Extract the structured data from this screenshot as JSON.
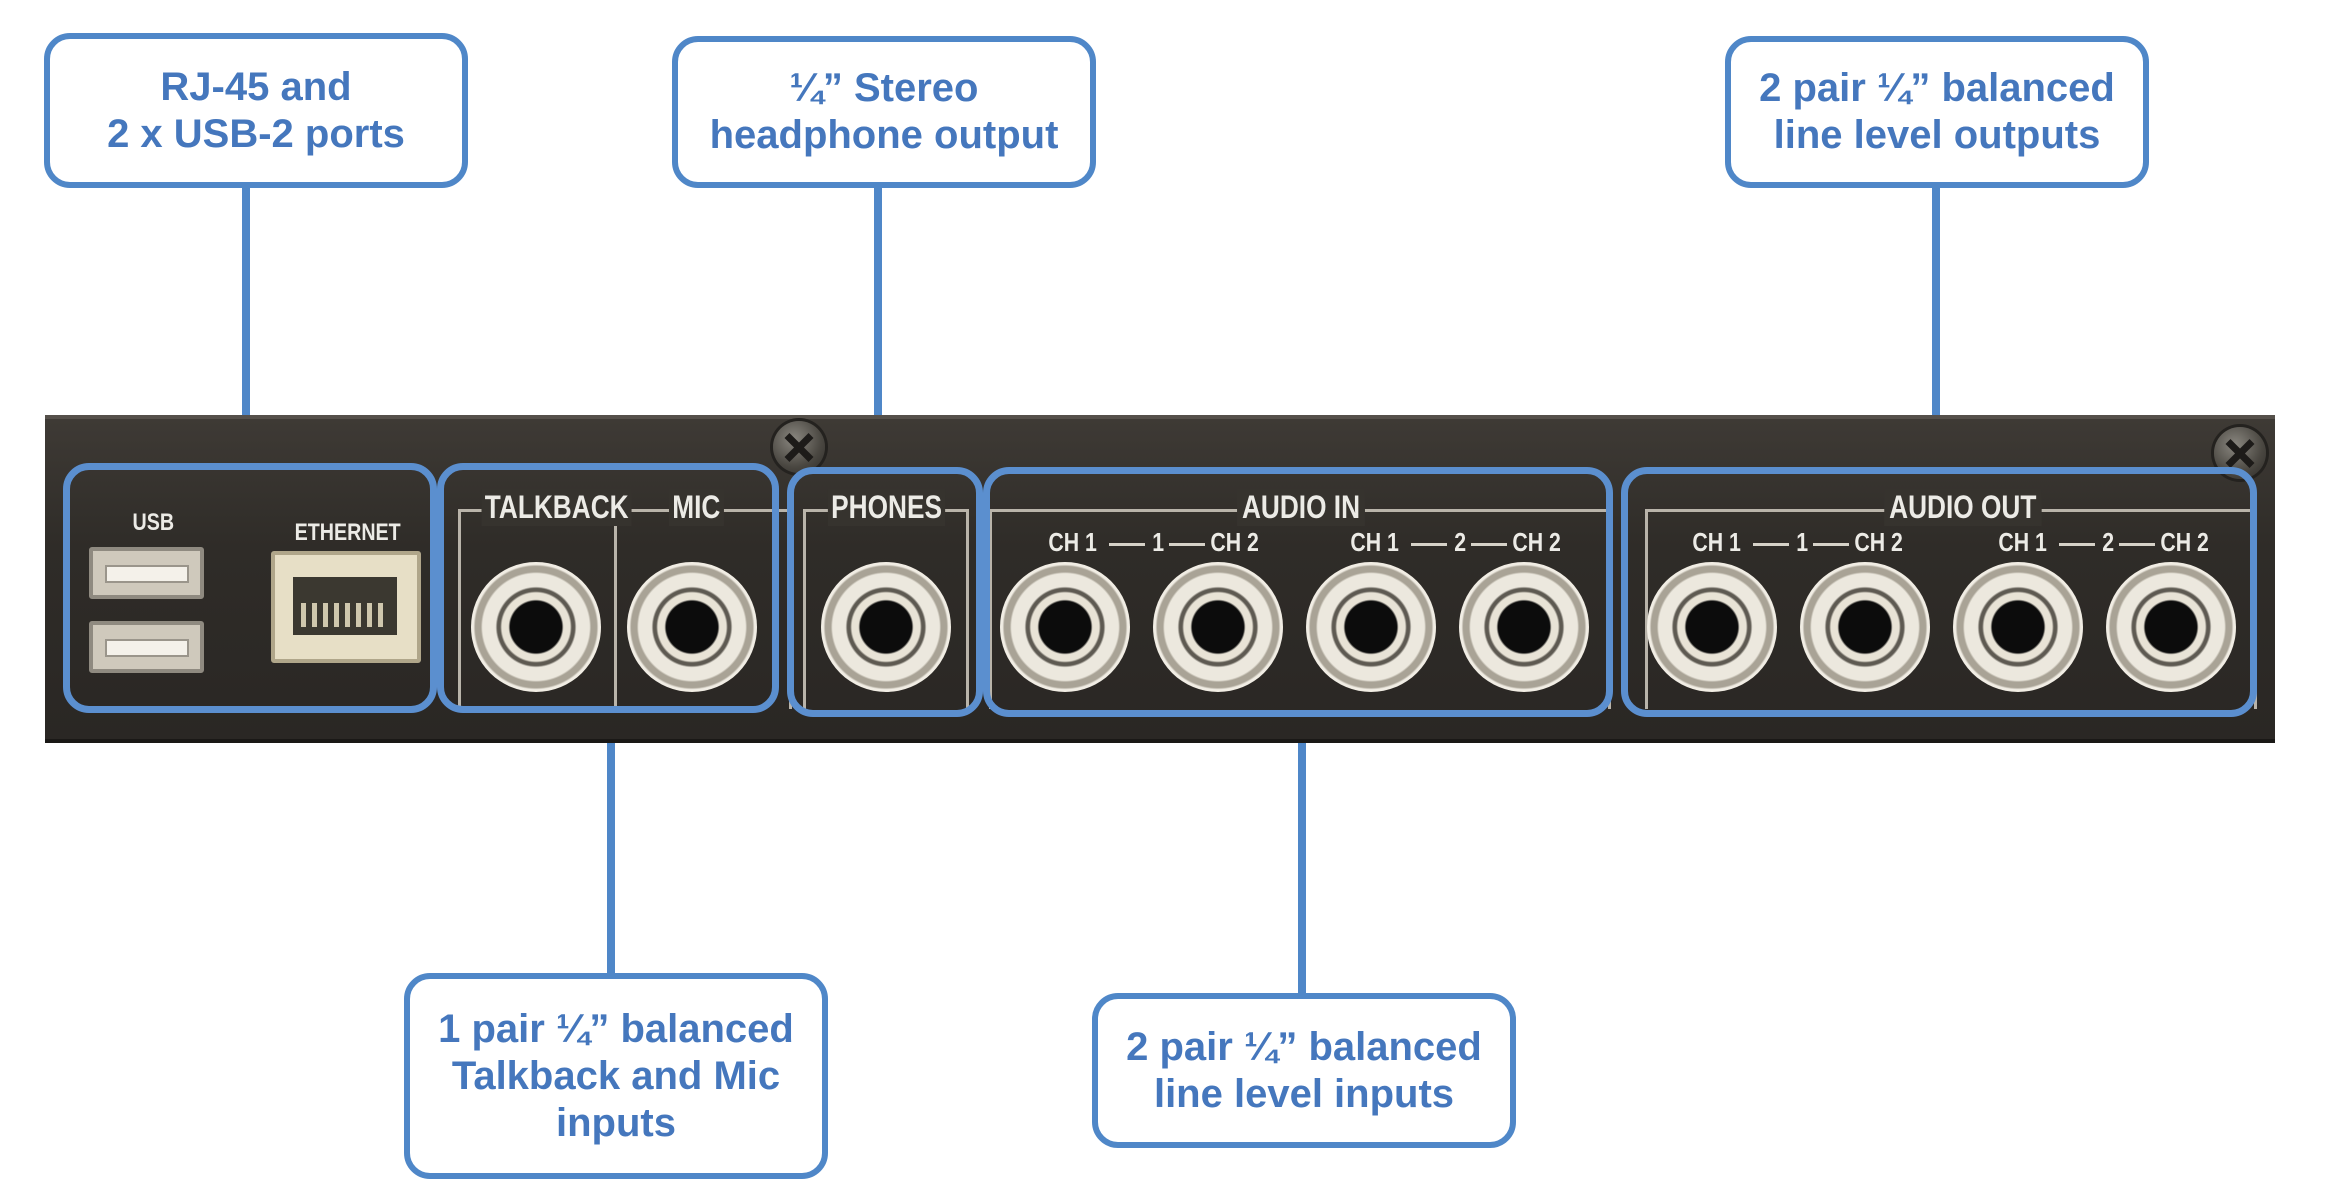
{
  "callouts": {
    "rj45_usb": [
      "RJ-45 and",
      "2 x USB-2 ports"
    ],
    "headphone": [
      "¼” Stereo",
      "headphone output"
    ],
    "line_out": [
      "2 pair ¼” balanced",
      "line level outputs"
    ],
    "talkback_mic": [
      "1 pair ¼” balanced",
      "Talkback and Mic",
      "inputs"
    ],
    "line_in": [
      "2 pair ¼” balanced",
      "line level inputs"
    ]
  },
  "panel_labels": {
    "usb": "USB",
    "ethernet": "ETHERNET",
    "talkback": "TALKBACK",
    "mic": "MIC",
    "phones": "PHONES",
    "audio_in": "AUDIO IN",
    "audio_out": "AUDIO OUT",
    "ch1": "CH 1",
    "ch2": "CH 2",
    "pair1": "1",
    "pair2": "2"
  },
  "colors": {
    "callout_border": "#4f87c8",
    "callout_text": "#4577bd",
    "panel": "#302d29",
    "panel_text": "#ecebe6"
  }
}
